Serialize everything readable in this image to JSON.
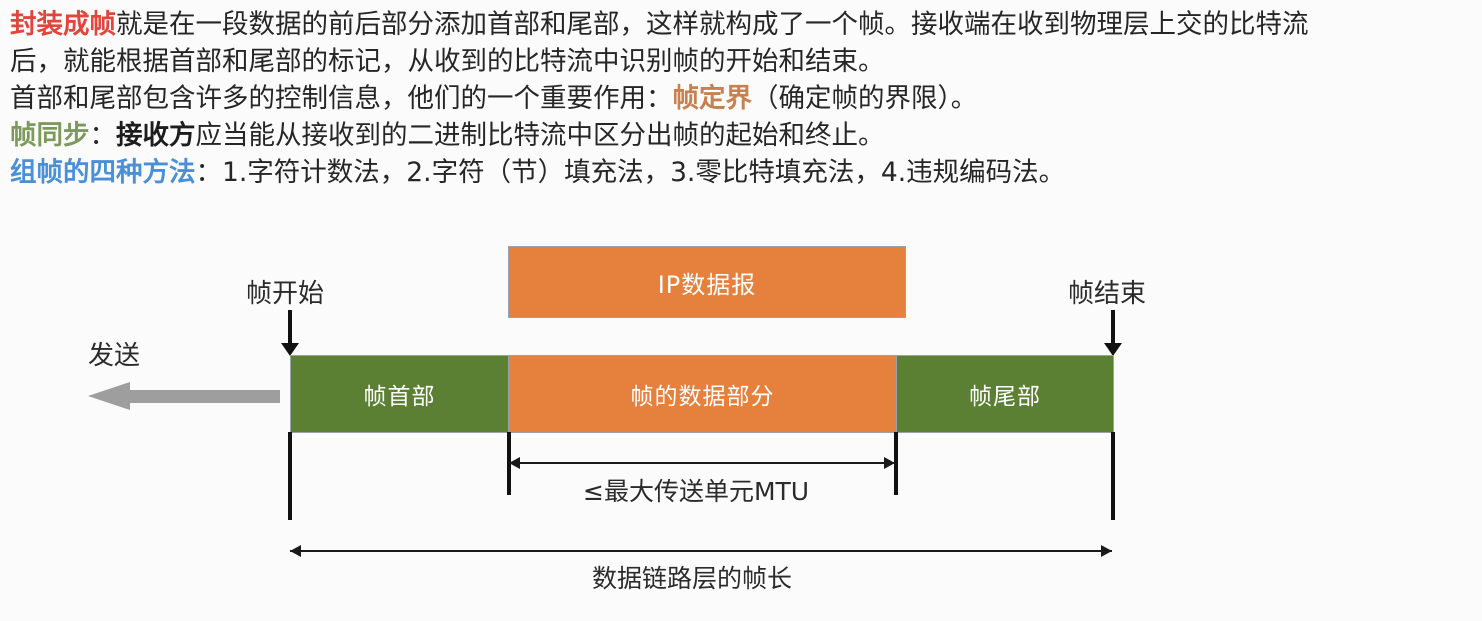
{
  "notes": {
    "line1": {
      "keyword": "封装成帧",
      "keyword_color": "#e2453c",
      "rest": "就是在一段数据的前后部分添加首部和尾部，这样就构成了一个帧。接收端在收到物理层上交的比特流"
    },
    "line2": {
      "text": "后，就能根据首部和尾部的标记，从收到的比特流中识别帧的开始和结束。"
    },
    "line3": {
      "prefix": "首部和尾部包含许多的控制信息，他们的一个重要作用：",
      "keyword": "帧定界",
      "keyword_color": "#c8804f",
      "suffix": "（确定帧的界限）。"
    },
    "line4": {
      "keyword": "帧同步",
      "keyword_color": "#7d9a5c",
      "separator": "：",
      "bold_word": "接收方",
      "rest": "应当能从接收到的二进制比特流中区分出帧的起始和终止。"
    },
    "line5": {
      "keyword": "组帧的四种方法",
      "keyword_color": "#4a90d9",
      "separator": "：",
      "methods": "1.字符计数法，2.字符（节）填充法，3.零比特填充法，4.违规编码法。"
    }
  },
  "diagram": {
    "ip_datagram": {
      "label": "IP数据报",
      "fill": "#e5813c"
    },
    "frame": {
      "header": {
        "label": "帧首部",
        "fill": "#5b7f33"
      },
      "data": {
        "label": "帧的数据部分",
        "fill": "#e5813c"
      },
      "trailer": {
        "label": "帧尾部",
        "fill": "#5b7f33"
      }
    },
    "markers": {
      "frame_start": "帧开始",
      "frame_end": "帧结束",
      "send": "发送",
      "send_arrow_color": "#9e9e9e"
    },
    "dimensions": {
      "mtu": "≤最大传送单元MTU",
      "frame_length": "数据链路层的帧长"
    }
  }
}
